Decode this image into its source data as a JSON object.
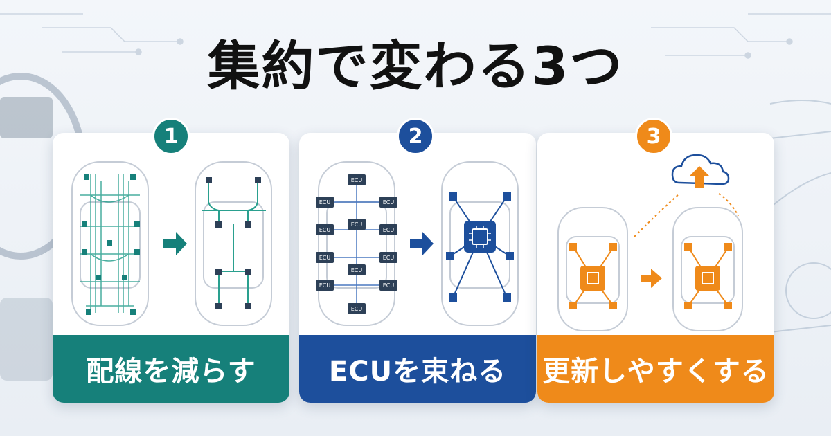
{
  "title": "集約で変わる3つ",
  "colors": {
    "teal": "#16807a",
    "blue": "#1d4f9c",
    "orange": "#ef8a1a"
  },
  "cards": [
    {
      "number": "1",
      "label": "配線を減らす",
      "icon": "wiring-reduction-diagram"
    },
    {
      "number": "2",
      "label": "ECUを束ねる",
      "icon": "ecu-consolidation-diagram",
      "ecu_label": "ECU"
    },
    {
      "number": "3",
      "label": "更新しやすくする",
      "icon": "ota-update-diagram"
    }
  ]
}
